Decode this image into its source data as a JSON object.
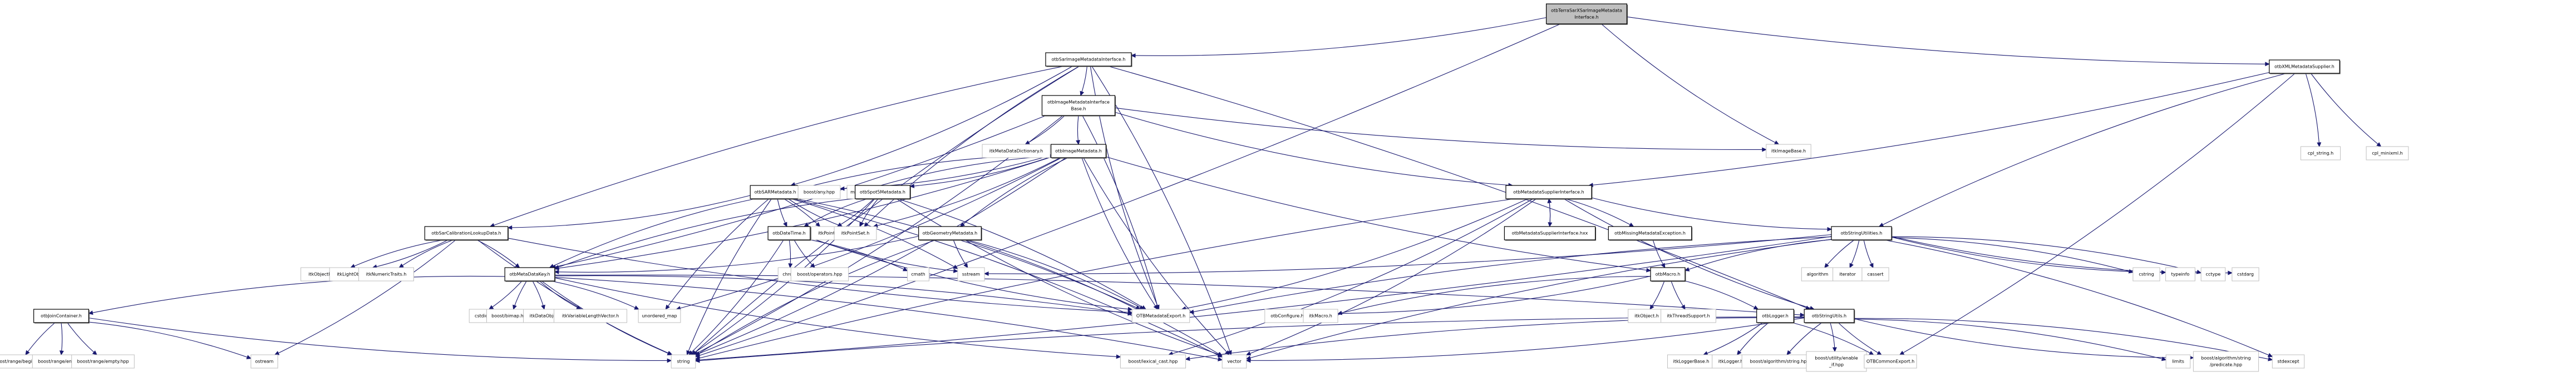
{
  "graph": {
    "title": "otbTerraSarXSarImageMetadataInterface.h include dependency graph",
    "colors": {
      "edge": "#191970",
      "root_fill": "#bfbfbf",
      "internal_border": "#000000",
      "external_border": "#bfbfbf"
    },
    "nodes": [
      {
        "id": "root",
        "label": [
          "otbTerraSarXSarImageMetadata",
          "Interface.h"
        ],
        "kind": "root"
      },
      {
        "id": "sarimi",
        "label": [
          "otbSarImageMetadataInterface.h"
        ],
        "kind": "internal"
      },
      {
        "id": "imibase",
        "label": [
          "otbImageMetadataInterface",
          "Base.h"
        ],
        "kind": "internal"
      },
      {
        "id": "itkmdd",
        "label": [
          "itkMetaDataDictionary.h"
        ],
        "kind": "external"
      },
      {
        "id": "imgmd",
        "label": [
          "otbImageMetadata.h"
        ],
        "kind": "internal"
      },
      {
        "id": "sarmd",
        "label": [
          "otbSARMetadata.h"
        ],
        "kind": "internal"
      },
      {
        "id": "boostany",
        "label": [
          "boost/any.hpp"
        ],
        "kind": "external"
      },
      {
        "id": "map",
        "label": [
          "map"
        ],
        "kind": "external"
      },
      {
        "id": "spot5",
        "label": [
          "otbSpot5Metadata.h"
        ],
        "kind": "internal"
      },
      {
        "id": "datetime",
        "label": [
          "otbDateTime.h"
        ],
        "kind": "internal"
      },
      {
        "id": "itkpoint",
        "label": [
          "itkPoint.h"
        ],
        "kind": "external"
      },
      {
        "id": "itkpointset",
        "label": [
          "itkPointSet.h"
        ],
        "kind": "external"
      },
      {
        "id": "geommd",
        "label": [
          "otbGeometryMetadata.h"
        ],
        "kind": "internal"
      },
      {
        "id": "chrono",
        "label": [
          "chrono"
        ],
        "kind": "external"
      },
      {
        "id": "boostops",
        "label": [
          "boost/operators.hpp"
        ],
        "kind": "external"
      },
      {
        "id": "cmath",
        "label": [
          "cmath"
        ],
        "kind": "external"
      },
      {
        "id": "sstream",
        "label": [
          "sstream"
        ],
        "kind": "external"
      },
      {
        "id": "sarcal",
        "label": [
          "otbSarCalibrationLookupData.h"
        ],
        "kind": "internal"
      },
      {
        "id": "itkobjfac",
        "label": [
          "itkObjectFactory.h"
        ],
        "kind": "external"
      },
      {
        "id": "itklight",
        "label": [
          "itkLightObject.h"
        ],
        "kind": "external"
      },
      {
        "id": "itknum",
        "label": [
          "itkNumericTraits.h"
        ],
        "kind": "external"
      },
      {
        "id": "mdkey",
        "label": [
          "otbMetaDataKey.h"
        ],
        "kind": "internal"
      },
      {
        "id": "cstdio",
        "label": [
          "cstdio"
        ],
        "kind": "external"
      },
      {
        "id": "bimap",
        "label": [
          "boost/bimap.hpp"
        ],
        "kind": "external"
      },
      {
        "id": "itkdataobj",
        "label": [
          "itkDataObject.h"
        ],
        "kind": "external"
      },
      {
        "id": "itkvlv",
        "label": [
          "itkVariableLengthVector.h"
        ],
        "kind": "external"
      },
      {
        "id": "umap",
        "label": [
          "unordered_map"
        ],
        "kind": "external"
      },
      {
        "id": "joincont",
        "label": [
          "otbJoinContainer.h"
        ],
        "kind": "internal"
      },
      {
        "id": "rbegin",
        "label": [
          "boost/range/begin.hpp"
        ],
        "kind": "external"
      },
      {
        "id": "rend",
        "label": [
          "boost/range/end.hpp"
        ],
        "kind": "external"
      },
      {
        "id": "rempty",
        "label": [
          "boost/range/empty.hpp"
        ],
        "kind": "external"
      },
      {
        "id": "ostream",
        "label": [
          "ostream"
        ],
        "kind": "external"
      },
      {
        "id": "string",
        "label": [
          "string"
        ],
        "kind": "external"
      },
      {
        "id": "mdexport",
        "label": [
          "OTBMetadataExport.h"
        ],
        "kind": "external"
      },
      {
        "id": "lexcast",
        "label": [
          "boost/lexical_cast.hpp"
        ],
        "kind": "external"
      },
      {
        "id": "vector",
        "label": [
          "vector"
        ],
        "kind": "external"
      },
      {
        "id": "otbconf",
        "label": [
          "otbConfigure.h"
        ],
        "kind": "external"
      },
      {
        "id": "itkmacro",
        "label": [
          "itkMacro.h"
        ],
        "kind": "external"
      },
      {
        "id": "itkobject",
        "label": [
          "itkObject.h"
        ],
        "kind": "external"
      },
      {
        "id": "itkthread",
        "label": [
          "itkThreadSupport.h"
        ],
        "kind": "external"
      },
      {
        "id": "otbmacro",
        "label": [
          "otbMacro.h"
        ],
        "kind": "internal"
      },
      {
        "id": "msi",
        "label": [
          "otbMetadataSupplierInterface.h"
        ],
        "kind": "internal"
      },
      {
        "id": "msihxx",
        "label": [
          "otbMetadataSupplierInterface.hxx"
        ],
        "kind": "internal"
      },
      {
        "id": "missing",
        "label": [
          "otbMissingMetadataException.h"
        ],
        "kind": "internal"
      },
      {
        "id": "strutilities",
        "label": [
          "otbStringUtilities.h"
        ],
        "kind": "internal"
      },
      {
        "id": "algorithm",
        "label": [
          "algorithm"
        ],
        "kind": "external"
      },
      {
        "id": "iterator",
        "label": [
          "iterator"
        ],
        "kind": "external"
      },
      {
        "id": "cassert",
        "label": [
          "cassert"
        ],
        "kind": "external"
      },
      {
        "id": "cstring",
        "label": [
          "cstring"
        ],
        "kind": "external"
      },
      {
        "id": "typeinfo",
        "label": [
          "typeinfo"
        ],
        "kind": "external"
      },
      {
        "id": "cctype",
        "label": [
          "cctype"
        ],
        "kind": "external"
      },
      {
        "id": "cstdarg",
        "label": [
          "cstdarg"
        ],
        "kind": "external"
      },
      {
        "id": "logger",
        "label": [
          "otbLogger.h"
        ],
        "kind": "internal"
      },
      {
        "id": "strutils",
        "label": [
          "otbStringUtils.h"
        ],
        "kind": "internal"
      },
      {
        "id": "itkloggerbase",
        "label": [
          "itkLoggerBase.h"
        ],
        "kind": "external"
      },
      {
        "id": "itklogger",
        "label": [
          "itkLogger.h"
        ],
        "kind": "external"
      },
      {
        "id": "baststring",
        "label": [
          "boost/algorithm/string.hpp"
        ],
        "kind": "external"
      },
      {
        "id": "enableif",
        "label": [
          "boost/utility/enable",
          "_if.hpp"
        ],
        "kind": "external"
      },
      {
        "id": "commonexport",
        "label": [
          "OTBCommonExport.h"
        ],
        "kind": "external"
      },
      {
        "id": "limits",
        "label": [
          "limits"
        ],
        "kind": "external"
      },
      {
        "id": "predicate",
        "label": [
          "boost/algorithm/string",
          "/predicate.hpp"
        ],
        "kind": "external"
      },
      {
        "id": "stdexcept",
        "label": [
          "stdexcept"
        ],
        "kind": "external"
      },
      {
        "id": "itkimagebase",
        "label": [
          "itkImageBase.h"
        ],
        "kind": "external"
      },
      {
        "id": "xmlms",
        "label": [
          "otbXMLMetadataSupplier.h"
        ],
        "kind": "internal"
      },
      {
        "id": "cplstring",
        "label": [
          "cpl_string.h"
        ],
        "kind": "external"
      },
      {
        "id": "cplminixml",
        "label": [
          "cpl_minixml.h"
        ],
        "kind": "external"
      }
    ],
    "edges": [
      [
        "root",
        "sarimi"
      ],
      [
        "root",
        "xmlms"
      ],
      [
        "root",
        "string"
      ],
      [
        "root",
        "itkimagebase"
      ],
      [
        "sarimi",
        "imibase"
      ],
      [
        "sarimi",
        "sarcal"
      ],
      [
        "sarimi",
        "sarmd"
      ],
      [
        "sarimi",
        "mdexport"
      ],
      [
        "sarimi",
        "strutils"
      ],
      [
        "sarimi",
        "string"
      ],
      [
        "sarimi",
        "vector"
      ],
      [
        "sarimi",
        "itkpointset"
      ],
      [
        "imibase",
        "itkmdd"
      ],
      [
        "imibase",
        "imgmd"
      ],
      [
        "imibase",
        "mdkey"
      ],
      [
        "imibase",
        "msi"
      ],
      [
        "imibase",
        "mdexport"
      ],
      [
        "imibase",
        "itkimagebase"
      ],
      [
        "imibase",
        "string"
      ],
      [
        "imgmd",
        "sarmd"
      ],
      [
        "imgmd",
        "boostany"
      ],
      [
        "imgmd",
        "map"
      ],
      [
        "imgmd",
        "spot5"
      ],
      [
        "imgmd",
        "geommd"
      ],
      [
        "imgmd",
        "mdkey"
      ],
      [
        "imgmd",
        "mdexport"
      ],
      [
        "imgmd",
        "string"
      ],
      [
        "imgmd",
        "vector"
      ],
      [
        "imgmd",
        "umap"
      ],
      [
        "imgmd",
        "otbmacro"
      ],
      [
        "imgmd",
        "itkpointset"
      ],
      [
        "sarmd",
        "datetime"
      ],
      [
        "sarmd",
        "itkpoint"
      ],
      [
        "sarmd",
        "itkpointset"
      ],
      [
        "sarmd",
        "sarcal"
      ],
      [
        "sarmd",
        "mdkey"
      ],
      [
        "sarmd",
        "mdexport"
      ],
      [
        "sarmd",
        "string"
      ],
      [
        "sarmd",
        "vector"
      ],
      [
        "sarmd",
        "umap"
      ],
      [
        "sarmd",
        "sstream"
      ],
      [
        "spot5",
        "datetime"
      ],
      [
        "spot5",
        "itkpoint"
      ],
      [
        "spot5",
        "itkpointset"
      ],
      [
        "spot5",
        "mdexport"
      ],
      [
        "spot5",
        "mdkey"
      ],
      [
        "spot5",
        "string"
      ],
      [
        "spot5",
        "vector"
      ],
      [
        "datetime",
        "chrono"
      ],
      [
        "datetime",
        "boostops"
      ],
      [
        "datetime",
        "cmath"
      ],
      [
        "datetime",
        "sstream"
      ],
      [
        "datetime",
        "string"
      ],
      [
        "datetime",
        "mdexport"
      ],
      [
        "geommd",
        "mdexport"
      ],
      [
        "geommd",
        "sstream"
      ],
      [
        "geommd",
        "vector"
      ],
      [
        "geommd",
        "string"
      ],
      [
        "geommd",
        "mdkey"
      ],
      [
        "sarcal",
        "itkobjfac"
      ],
      [
        "sarcal",
        "itklight"
      ],
      [
        "sarcal",
        "itknum"
      ],
      [
        "sarcal",
        "mdkey"
      ],
      [
        "sarcal",
        "mdexport"
      ],
      [
        "sarcal",
        "ostream"
      ],
      [
        "sarcal",
        "string"
      ],
      [
        "mdkey",
        "cstdio"
      ],
      [
        "mdkey",
        "bimap"
      ],
      [
        "mdkey",
        "itkdataobj"
      ],
      [
        "mdkey",
        "itkvlv"
      ],
      [
        "mdkey",
        "umap"
      ],
      [
        "mdkey",
        "joincont"
      ],
      [
        "mdkey",
        "mdexport"
      ],
      [
        "mdkey",
        "string"
      ],
      [
        "mdkey",
        "vector"
      ],
      [
        "mdkey",
        "lexcast"
      ],
      [
        "mdkey",
        "strutils"
      ],
      [
        "joincont",
        "rbegin"
      ],
      [
        "joincont",
        "rend"
      ],
      [
        "joincont",
        "rempty"
      ],
      [
        "joincont",
        "ostream"
      ],
      [
        "joincont",
        "string"
      ],
      [
        "msi",
        "msihxx"
      ],
      [
        "msihxx",
        "msi"
      ],
      [
        "msi",
        "missing"
      ],
      [
        "msi",
        "strutilities"
      ],
      [
        "msi",
        "mdexport"
      ],
      [
        "msi",
        "string"
      ],
      [
        "msi",
        "vector"
      ],
      [
        "msi",
        "strutils"
      ],
      [
        "msi",
        "lexcast"
      ],
      [
        "missing",
        "otbmacro"
      ],
      [
        "otbmacro",
        "otbconf"
      ],
      [
        "otbmacro",
        "itkmacro"
      ],
      [
        "otbmacro",
        "itkobject"
      ],
      [
        "otbmacro",
        "itkthread"
      ],
      [
        "otbmacro",
        "logger"
      ],
      [
        "strutilities",
        "algorithm"
      ],
      [
        "strutilities",
        "iterator"
      ],
      [
        "strutilities",
        "cassert"
      ],
      [
        "strutilities",
        "cstring"
      ],
      [
        "strutilities",
        "typeinfo"
      ],
      [
        "strutilities",
        "cctype"
      ],
      [
        "strutilities",
        "cstdarg"
      ],
      [
        "strutilities",
        "stdexcept"
      ],
      [
        "strutilities",
        "otbmacro"
      ],
      [
        "strutilities",
        "string"
      ],
      [
        "strutilities",
        "vector"
      ],
      [
        "strutilities",
        "sstream"
      ],
      [
        "strutilities",
        "mdexport"
      ],
      [
        "logger",
        "itkloggerbase"
      ],
      [
        "logger",
        "itklogger"
      ],
      [
        "logger",
        "commonexport"
      ],
      [
        "strutils",
        "baststring"
      ],
      [
        "strutils",
        "enableif"
      ],
      [
        "strutils",
        "commonexport"
      ],
      [
        "strutils",
        "limits"
      ],
      [
        "strutils",
        "predicate"
      ],
      [
        "strutils",
        "stdexcept"
      ],
      [
        "strutils",
        "string"
      ],
      [
        "strutils",
        "vector"
      ],
      [
        "strutils",
        "lexcast"
      ],
      [
        "xmlms",
        "msi"
      ],
      [
        "xmlms",
        "strutilities"
      ],
      [
        "xmlms",
        "cplstring"
      ],
      [
        "xmlms",
        "cplminixml"
      ],
      [
        "xmlms",
        "commonexport"
      ]
    ]
  }
}
